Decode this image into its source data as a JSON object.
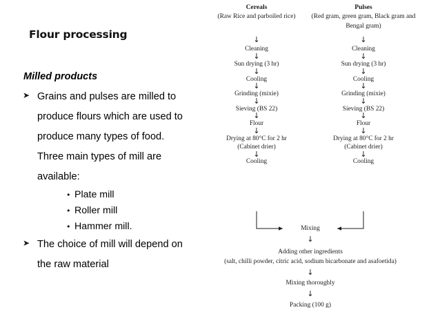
{
  "slide": {
    "title": "Flour processing",
    "subheading": "Milled products",
    "markers": {
      "arrow": "➤",
      "dot": "•",
      "down_arrow": "↓"
    },
    "bullets": [
      {
        "level": 1,
        "marker": "arrow",
        "text": "Grains and pulses are milled to"
      },
      {
        "level": 0,
        "marker": "none",
        "text": "produce flours which are used to"
      },
      {
        "level": 0,
        "marker": "none",
        "text": "produce many types of food."
      },
      {
        "level": 0,
        "marker": "none",
        "text": "Three main types of mill are"
      },
      {
        "level": 0,
        "marker": "none",
        "text": "available:"
      },
      {
        "level": 2,
        "marker": "dot",
        "text": "Plate mill"
      },
      {
        "level": 2,
        "marker": "dot",
        "text": "Roller mill"
      },
      {
        "level": 2,
        "marker": "dot",
        "text": "Hammer mill."
      },
      {
        "level": 1,
        "marker": "arrow",
        "text": "The choice of mill will depend on"
      },
      {
        "level": 0,
        "marker": "none",
        "text": "the raw material"
      }
    ]
  },
  "flowchart": {
    "columns": [
      {
        "heading": "Cereals",
        "subheading": "(Raw Rice and parboiled rice)",
        "steps": [
          "Cleaning",
          "Sun drying (3 hr)",
          "Cooling",
          "Grinding (mixie)",
          "Sieving (BS 22)",
          "Flour",
          "Drying at 80°C for 2 hr",
          "(Cabinet drier)",
          "Cooling"
        ]
      },
      {
        "heading": "Pulses",
        "subheading_line1": "(Red gram, green gram, Black gram and",
        "subheading_line2": "Bengal gram)",
        "steps": [
          "Cleaning",
          "Sun drying (3 hr)",
          "Cooling",
          "Grinding (mixie)",
          "Sieving (BS 22)",
          "Flour",
          "Drying at 80°C for 2 hr",
          "(Cabinet drier)",
          "Cooling"
        ]
      }
    ],
    "merged_steps": [
      "Mixing",
      "Adding other ingredients",
      "(salt, chilli powder, citric acid, sodium bicarbonate and asafoetida)",
      "Mixing thoroughly",
      "Packing (100 g)"
    ]
  },
  "colors": {
    "background": "#ffffff",
    "text": "#000000",
    "flowchart_text": "#1b1b1b",
    "title": "#111111"
  }
}
